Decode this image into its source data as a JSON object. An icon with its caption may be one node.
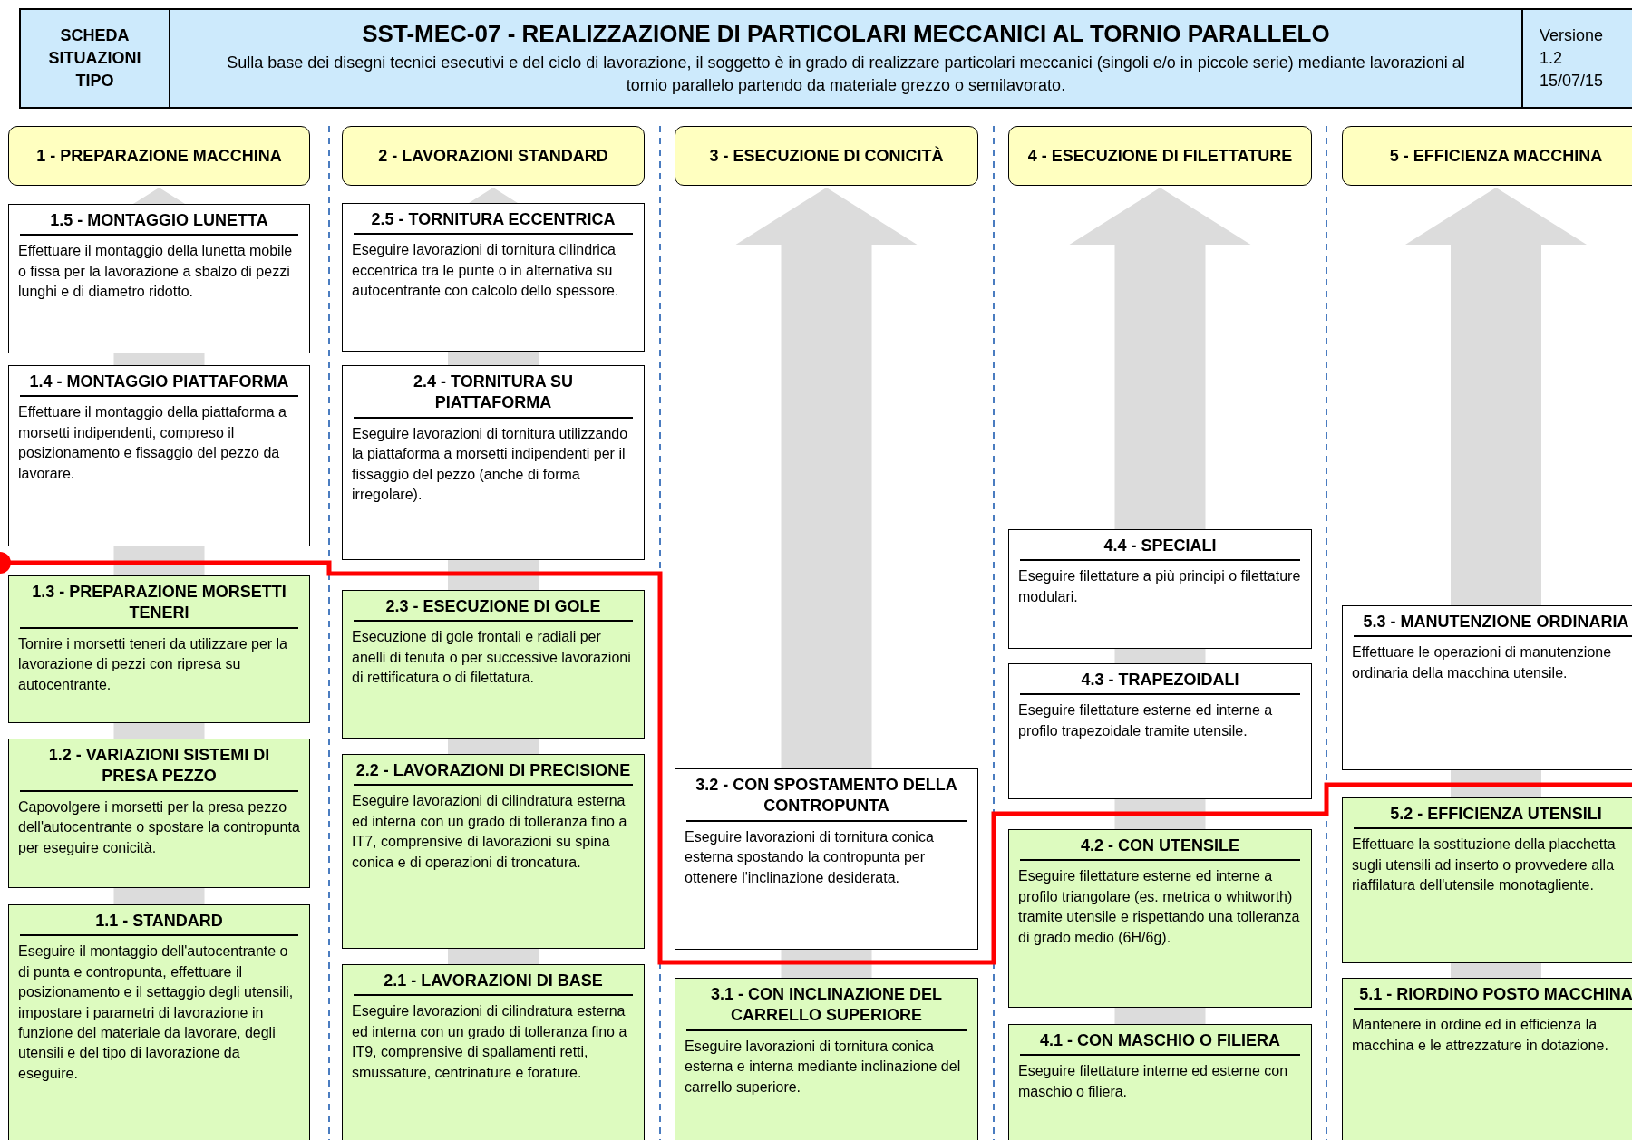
{
  "diagram": {
    "title": "SST-MEC-07 - REALIZZAZIONE DI PARTICOLARI MECCANICI AL TORNIO PARALLELO",
    "nodes": [
      {
        "text": [
          "1 - PREPARAZIONE MACCHINA"
        ]
      },
      {
        "text": [
          "2 - LAVORAZIONI STANDARD"
        ]
      },
      {
        "text": [
          "3 - ESECUZIONE DI CONICITÀ"
        ]
      },
      {
        "text": [
          "4 - ESECUZIONE DI FILETTATURE"
        ]
      },
      {
        "text": [
          "5 - EFFICIENZA MACCHINA"
        ]
      },
      {
        "text": [
          "1.5 - MONTAGGIO LUNETTA",
          "Effettuare il montaggio della lunetta mobile o fissa per la lavorazione a sbalzo di pezzi lunghi e di diametro ridotto."
        ]
      },
      {
        "text": [
          "1.4 - MONTAGGIO PIATTAFORMA",
          "Effettuare il montaggio della piattaforma a morsetti indipendenti, compreso il posizionamento e fissaggio del pezzo da lavorare."
        ]
      },
      {
        "text": [
          "1.3 - PREPARAZIONE MORSETTI TENERI",
          "Tornire i morsetti teneri da utilizzare per la lavorazione di pezzi con ripresa su autocentrante."
        ]
      },
      {
        "text": [
          "1.2 - VARIAZIONI SISTEMI DI PRESA PEZZO",
          "Capovolgere i morsetti per la presa pezzo dell'autocentrante o spostare la contropunta per eseguire conicità."
        ]
      },
      {
        "text": [
          "1.1 - STANDARD",
          "Eseguire il montaggio dell'autocentrante o di punta e contropunta, effettuare il posizionamento e il settaggio degli utensili, impostare i parametri di lavorazione in funzione del materiale da lavorare, degli utensili e del tipo di lavorazione da eseguire."
        ]
      },
      {
        "text": [
          "2.5 - TORNITURA ECCENTRICA",
          "Eseguire lavorazioni di tornitura cilindrica eccentrica tra le punte o in alternativa su autocentrante con calcolo dello spessore."
        ]
      },
      {
        "text": [
          "2.4 - TORNITURA SU PIATTAFORMA",
          "Eseguire lavorazioni di tornitura utilizzando la piattaforma a morsetti indipendenti per il fissaggio del pezzo (anche di forma irregolare)."
        ]
      },
      {
        "text": [
          "2.3 - ESECUZIONE DI GOLE",
          "Esecuzione di gole frontali e radiali per anelli di tenuta o per successive lavorazioni di rettificatura o di filettatura."
        ]
      },
      {
        "text": [
          "2.2 - LAVORAZIONI DI PRECISIONE",
          "Eseguire lavorazioni di cilindratura esterna ed interna con un grado di tolleranza fino a IT7, comprensive di lavorazioni su spina conica e di operazioni di troncatura."
        ]
      },
      {
        "text": [
          "2.1 - LAVORAZIONI DI BASE",
          "Eseguire lavorazioni di cilindratura esterna ed interna con un grado di tolleranza fino a IT9, comprensive di spallamenti retti, smussature, centrinature e forature."
        ]
      },
      {
        "text": [
          "3.2 - CON SPOSTAMENTO DELLA CONTROPUNTA",
          "Eseguire lavorazioni di tornitura conica esterna spostando la contropunta per ottenere l'inclinazione desiderata."
        ]
      },
      {
        "text": [
          "3.1 - CON INCLINAZIONE DEL CARRELLO SUPERIORE",
          "Eseguire lavorazioni di tornitura conica esterna e interna mediante inclinazione del carrello superiore."
        ]
      },
      {
        "text": [
          "4.4 - SPECIALI",
          "Eseguire filettature a più principi o filettature modulari."
        ]
      },
      {
        "text": [
          "4.3 - TRAPEZOIDALI",
          "Eseguire filettature esterne ed interne a profilo trapezoidale tramite utensile."
        ]
      },
      {
        "text": [
          "4.2 - CON UTENSILE",
          "Eseguire filettature esterne ed interne a profilo triangolare (es. metrica o whitworth) tramite utensile e rispettando una tolleranza di grado medio (6H/6g)."
        ]
      },
      {
        "text": [
          "4.1 - CON MASCHIO O FILIERA",
          "Eseguire filettature interne ed esterne con maschio o filiera."
        ]
      },
      {
        "text": [
          "5.3 - MANUTENZIONE ORDINARIA",
          "Effettuare le operazioni di manutenzione ordinaria della macchina utensile."
        ]
      },
      {
        "text": [
          "5.2 - EFFICIENZA UTENSILI",
          "Effettuare la sostituzione della placchetta sugli utensili ad inserto o provvedere alla riaffilatura dell'utensile monotagliente."
        ]
      },
      {
        "text": [
          "5.1 - RIORDINO POSTO MACCHINA",
          "Mantenere in ordine ed in efficienza la macchina e le attrezzature in dotazione."
        ]
      }
    ],
    "labels": [
      "SCHEDA SITUAZIONI TIPO",
      "Sulla base dei disegni tecnici esecutivi e del ciclo di lavorazione, il soggetto è in grado di realizzare particolari meccanici (singoli e/o in piccole serie) mediante lavorazioni al tornio parallelo partendo da materiale grezzo o semilavorato.",
      "Versione",
      "1.2",
      "15/07/15"
    ]
  }
}
